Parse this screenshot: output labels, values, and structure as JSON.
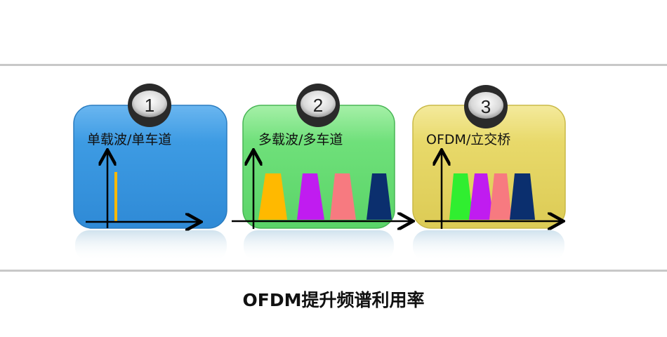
{
  "panels": [
    {
      "number": "1",
      "label": "单载波/单车道",
      "color": "#3d9be3"
    },
    {
      "number": "2",
      "label": "多载波/多车道",
      "color": "#6fe07a"
    },
    {
      "number": "3",
      "label": "OFDM/立交桥",
      "color": "#e8d96a"
    }
  ],
  "carrier_colors": [
    "#ffb900",
    "#c01cf0",
    "#f77a80",
    "#0b2f6e",
    "#30ee30"
  ],
  "caption": "OFDM提升频谱利用率"
}
